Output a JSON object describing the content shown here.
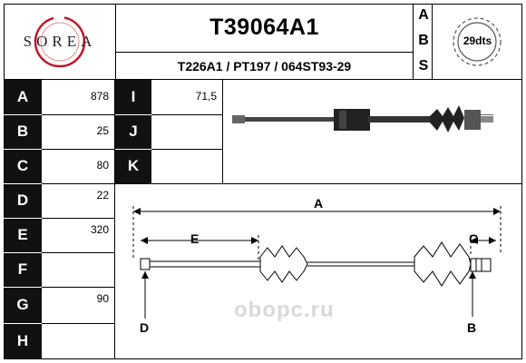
{
  "brand": "SOREA",
  "part_number": "T39064A1",
  "cross_references": "T226A1 / PT197 / 064ST93-29",
  "abs_letters": [
    "A",
    "B",
    "S"
  ],
  "abs_badge": "29dts",
  "left_rows": [
    {
      "letter": "A",
      "value": "878"
    },
    {
      "letter": "B",
      "value": "25"
    },
    {
      "letter": "C",
      "value": "80"
    },
    {
      "letter": "D",
      "value": "22"
    },
    {
      "letter": "E",
      "value": "320"
    },
    {
      "letter": "F",
      "value": ""
    },
    {
      "letter": "G",
      "value": "90"
    },
    {
      "letter": "H",
      "value": ""
    }
  ],
  "mid_rows": [
    {
      "letter": "I",
      "value": "71,5"
    },
    {
      "letter": "J",
      "value": ""
    },
    {
      "letter": "K",
      "value": ""
    }
  ],
  "diagram_labels": {
    "a": "A",
    "b": "B",
    "c": "C",
    "d": "D",
    "e": "E"
  },
  "watermark": "oboрс.ru",
  "colors": {
    "label_bg": "#111111",
    "brand_circle": "#c0182b",
    "border": "#000000"
  }
}
